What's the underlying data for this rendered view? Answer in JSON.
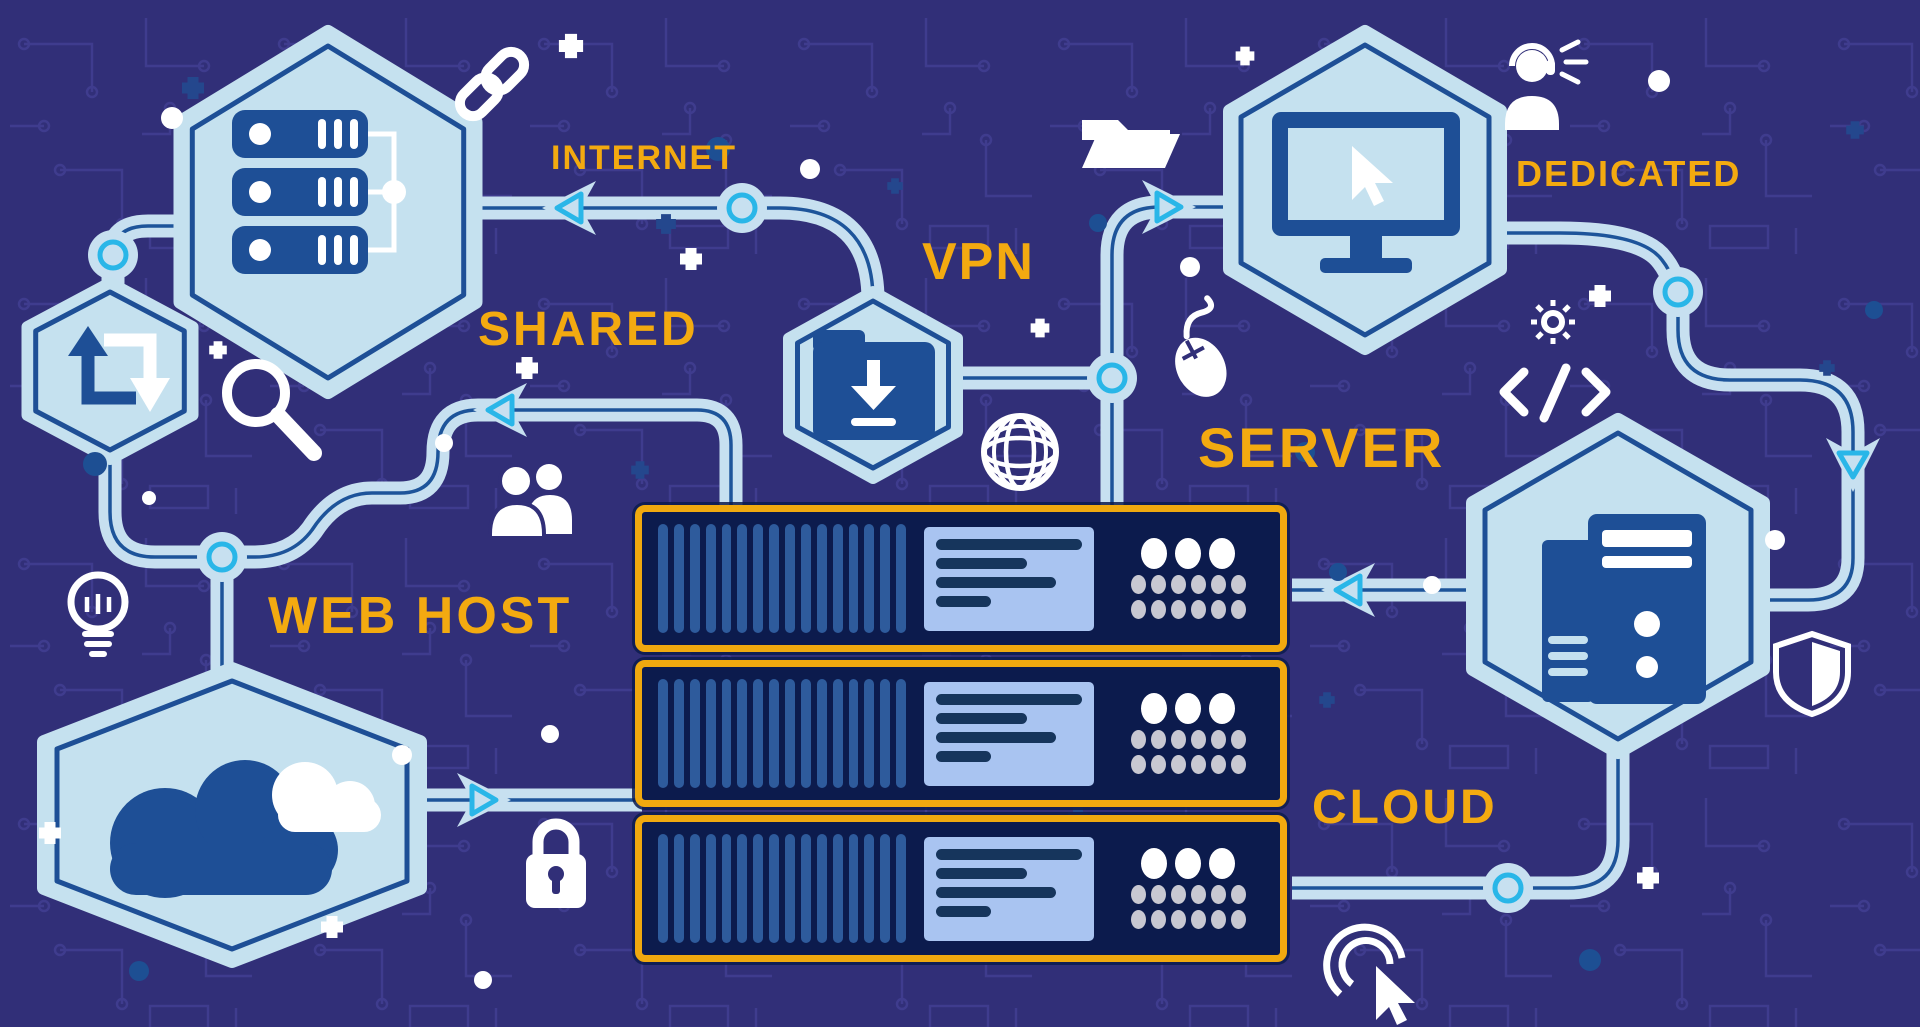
{
  "title": "Web Hosting Network Diagram",
  "labels": {
    "internet": "INTERNET",
    "shared": "SHARED",
    "vpn": "VPN",
    "dedicated": "DEDICATED",
    "server": "SERVER",
    "web_host": "WEB HOST",
    "cloud": "CLOUD"
  },
  "colors": {
    "background": "#312f78",
    "circuit_trace": "#4a47a0",
    "accent_yellow": "#f3aa10",
    "hexagon_fill": "#c5e1ef",
    "hexagon_border": "#1e4f96",
    "pipe": "#c7e0f0",
    "pipe_line": "#1d549a",
    "node_ring_cyan": "#29b6e8",
    "icon_blue": "#1e4f96",
    "rack_border": "#f0a90f",
    "rack_body": "#0c1b4d",
    "rack_slat": "#2e5b9c",
    "rack_panel": "#a9c4f1",
    "rack_panel_line": "#16355c",
    "dot_white": "#ffffff",
    "dot_gray": "#c8c8d2"
  },
  "rack": {
    "unit_count": 3,
    "slats_per_unit": 16,
    "panel_line_widths": [
      "100%",
      "62%",
      "82%",
      "38%"
    ],
    "big_dots_per_unit": 3,
    "small_dot_rows": 2,
    "small_dots_per_row": 6
  },
  "hexagons": [
    {
      "id": "server-cluster",
      "icon": "server-stack-icon"
    },
    {
      "id": "transfer",
      "icon": "transfer-arrows-icon"
    },
    {
      "id": "vpn",
      "icon": "folder-download-icon"
    },
    {
      "id": "desktop",
      "icon": "monitor-cursor-icon"
    },
    {
      "id": "tower-server",
      "icon": "tower-server-icon"
    },
    {
      "id": "cloud",
      "icon": "cloud-icon"
    }
  ],
  "decorative_icons": [
    "chain-link-icon",
    "open-folder-icon",
    "headset-support-icon",
    "mouse-icon",
    "globe-icon",
    "gear-icon",
    "code-icon",
    "magnifier-icon",
    "users-icon",
    "lightbulb-icon",
    "padlock-icon",
    "shield-icon",
    "click-cursor-icon",
    "plus-icon",
    "dot-icon"
  ]
}
